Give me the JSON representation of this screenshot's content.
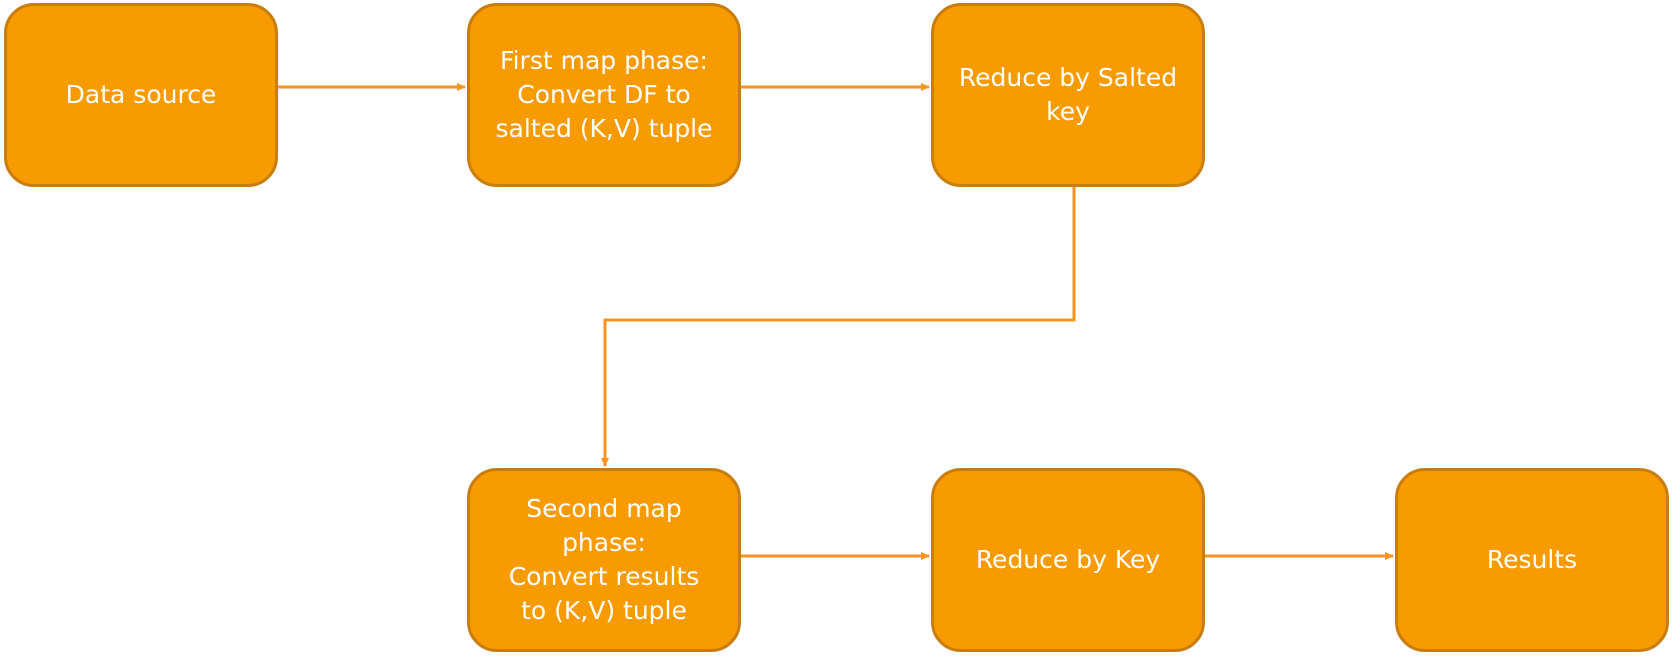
{
  "diagram": {
    "colors": {
      "node_fill": "#f89b00",
      "node_border": "#c97d0c",
      "arrow": "#f7931e",
      "text": "#ffffff"
    },
    "nodes": [
      {
        "id": "data-source",
        "label": "Data source"
      },
      {
        "id": "first-map-phase",
        "label": "First map phase:\nConvert DF to\nsalted (K,V) tuple"
      },
      {
        "id": "reduce-by-salted-key",
        "label": "Reduce by Salted\nkey"
      },
      {
        "id": "second-map-phase",
        "label": "Second map\nphase:\nConvert results\nto (K,V) tuple"
      },
      {
        "id": "reduce-by-key",
        "label": "Reduce by Key"
      },
      {
        "id": "results",
        "label": "Results"
      }
    ],
    "edges": [
      {
        "from": "data-source",
        "to": "first-map-phase"
      },
      {
        "from": "first-map-phase",
        "to": "reduce-by-salted-key"
      },
      {
        "from": "reduce-by-salted-key",
        "to": "second-map-phase"
      },
      {
        "from": "second-map-phase",
        "to": "reduce-by-key"
      },
      {
        "from": "reduce-by-key",
        "to": "results"
      }
    ]
  }
}
